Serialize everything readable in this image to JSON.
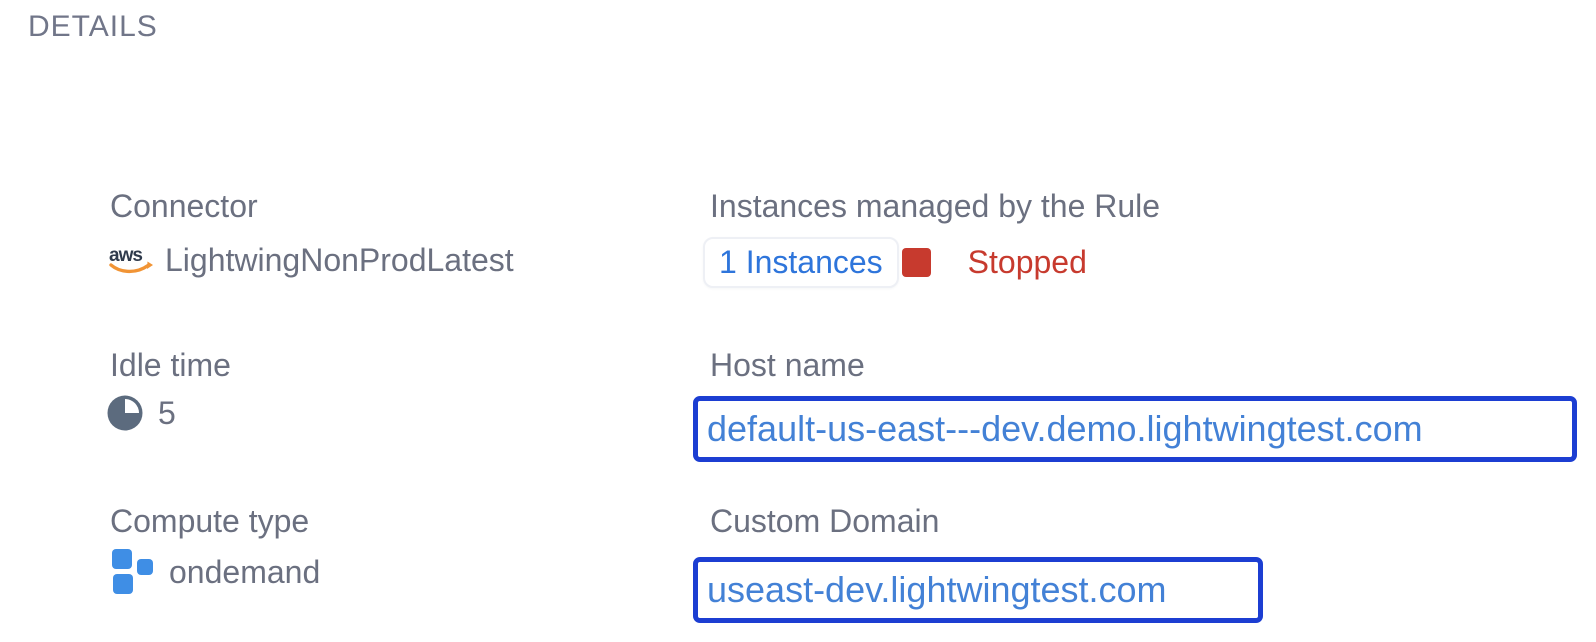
{
  "header": {
    "title": "DETAILS"
  },
  "colors": {
    "title-gray": "#717689",
    "label-gray": "#6b7080",
    "link-blue": "#2e75db",
    "box-text-blue": "#4381d6",
    "box-border-blue": "#1c3ed2",
    "stopped-red": "#c73a2e",
    "icon-slate": "#5c6b7e",
    "icon-blue": "#3f8ee5",
    "aws-dark": "#2f3a4c",
    "aws-orange": "#f19435",
    "pill-border": "#eef0f5"
  },
  "details": {
    "connector": {
      "label": "Connector",
      "icon": "aws-logo-icon",
      "value": "LightwingNonProdLatest"
    },
    "idle_time": {
      "label": "Idle time",
      "icon": "idle-pie-clock-icon",
      "value": "5"
    },
    "compute_type": {
      "label": "Compute type",
      "icon": "compute-squares-icon",
      "value": "ondemand"
    },
    "instances": {
      "label": "Instances managed by the Rule",
      "count_link": "1 Instances",
      "status_icon": "stopped-square-icon",
      "status": "Stopped"
    },
    "host_name": {
      "label": "Host name",
      "value": "default-us-east---dev.demo.lightwingtest.com"
    },
    "custom_domain": {
      "label": "Custom Domain",
      "value": "useast-dev.lightwingtest.com"
    }
  }
}
